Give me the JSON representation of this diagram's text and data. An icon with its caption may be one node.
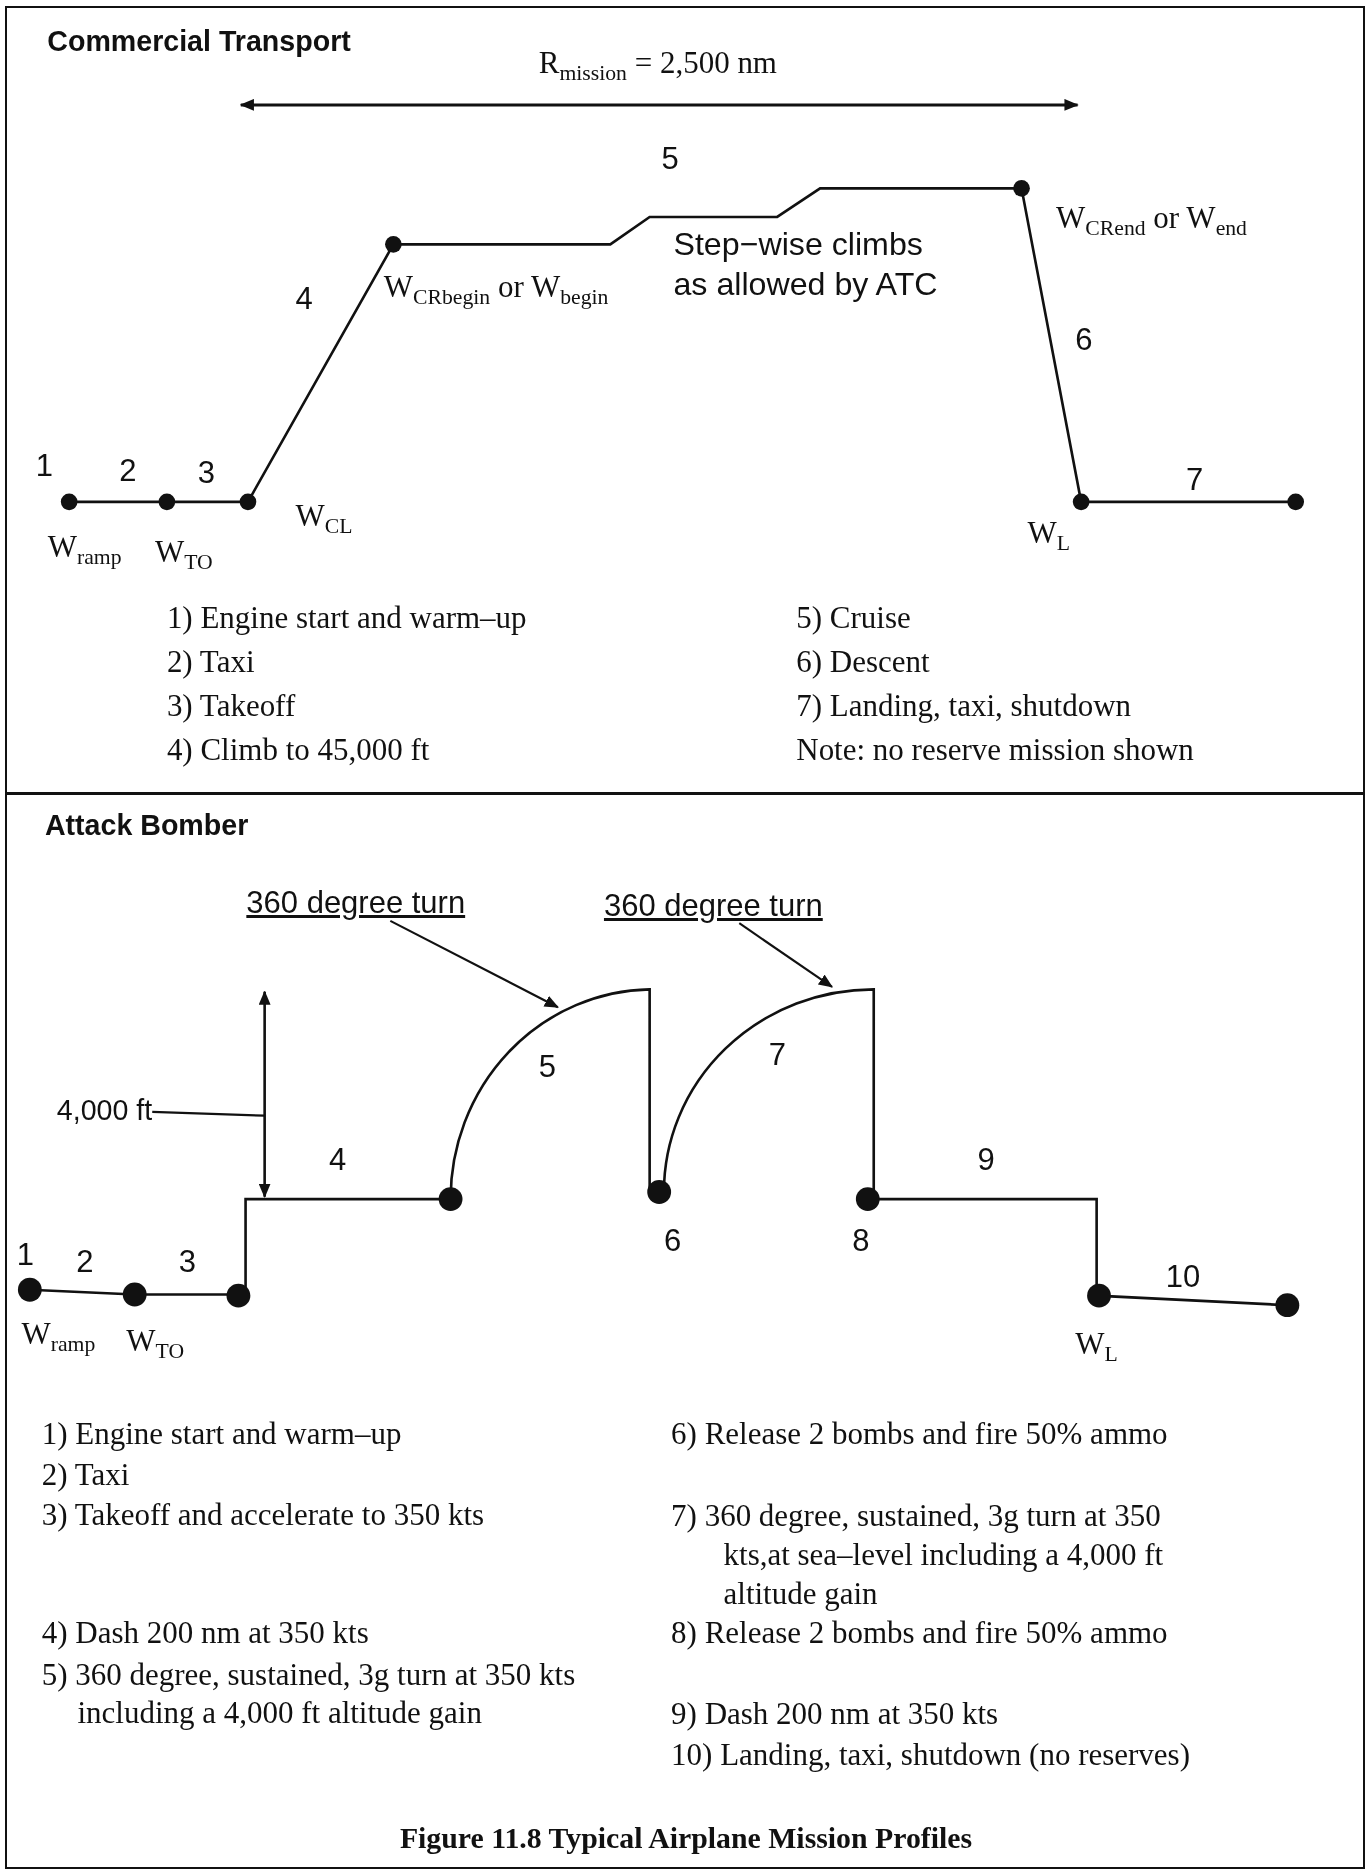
{
  "diagram": {
    "caption": "Figure 11.8 Typical Airplane Mission Profiles",
    "nodes": [
      {
        "text": [
          "Commercial Transport"
        ]
      },
      {
        "text": [
          "Attack Bomber"
        ]
      },
      {
        "text": [
          "360 degree turn"
        ],
        "in": 1
      },
      {
        "text": [
          "360 degree turn"
        ],
        "in": 1
      },
      {
        "text": [
          "4,000 ft"
        ],
        "in": 1
      }
    ],
    "edges": [
      {
        "from": 2,
        "to": null,
        "arrow": "to"
      },
      {
        "from": 3,
        "to": null,
        "arrow": "to"
      },
      {
        "from": 4,
        "to": null,
        "arrow": "none"
      }
    ],
    "labels": [
      "R$_{mission}$ = 2,500 nm",
      "5",
      "W$_{CR}$$_{end}$ or W$_{end}$",
      "Step−wise climbs as allowed by ATC",
      "4",
      "W$_{CR}$$_{begin}$ or W$_{begin}$",
      "6",
      "1",
      "2",
      "3",
      "7",
      "W$_{ramp}$",
      "W$_{TO}$",
      "W$_{CL}$",
      "W$_{L}$",
      "1) Engine start and warm–up",
      "5) Cruise",
      "2) Taxi",
      "6) Descent",
      "3) Takeoff",
      "7) Landing, taxi, shutdown",
      "4) Climb to 45,000 ft",
      "Note: no reserve mission shown",
      "5",
      "7",
      "4",
      "9",
      "6",
      "8",
      "1",
      "2",
      "3",
      "10",
      "W$_{ramp}$",
      "W$_{TO}$",
      "W$_{L}$",
      "1) Engine start and warm–up",
      "6) Release 2 bombs and fire 50% ammo",
      "2) Taxi",
      "3) Takeoff and accelerate to 350 kts",
      "7) 360 degree, sustained, 3g turn at 350 kts,at sea–level including a 4,000 ft altitude gain",
      "4) Dash 200 nm at 350 kts",
      "8) Release 2 bombs and fire 50% ammo",
      "5) 360 degree, sustained, 3g turn at 350 kts including a 4,000 ft altitude gain",
      "9) Dash 200 nm at 350 kts",
      "10) Landing, taxi, shutdown (no reserves)"
    ]
  }
}
